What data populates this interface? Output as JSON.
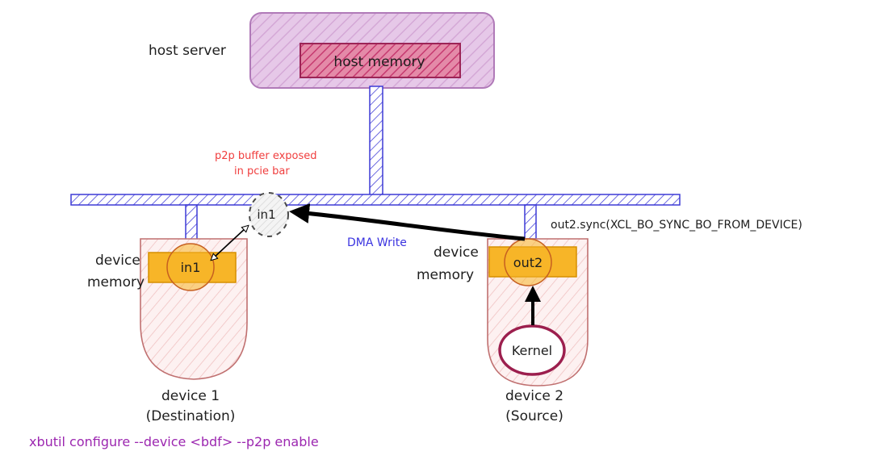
{
  "labels": {
    "host_server": "host server",
    "host_memory": "host memory",
    "p2p_note_line1": "p2p buffer exposed",
    "p2p_note_line2": "in pcie bar",
    "bar_buffer": "in1",
    "device1_memory_line1": "device",
    "device1_memory_line2": "memory",
    "device1_buffer": "in1",
    "device1_name_line1": "device 1",
    "device1_name_line2": "(Destination)",
    "device2_memory_line1": "device",
    "device2_memory_line2": "memory",
    "device2_buffer": "out2",
    "kernel": "Kernel",
    "device2_name_line1": "device 2",
    "device2_name_line2": "(Source)",
    "dma_write": "DMA Write",
    "sync_call": "out2.sync(XCL_BO_SYNC_BO_FROM_DEVICE)",
    "xbutil_cmd": "xbutil configure --device <bdf> --p2p enable"
  },
  "colors": {
    "host_fill": "#e6c8e8",
    "host_stroke": "#b07ab8",
    "host_memory_fill": "#d04a7c",
    "host_memory_stroke": "#9c2456",
    "pcie_stroke": "#3d3ad6",
    "device_fill": "#f6d8d8",
    "device_stroke": "#c07070",
    "memory_fill": "#f7b528",
    "memory_stroke": "#d68f00",
    "kernel_stroke": "#9c1f4e",
    "arrow": "#000000",
    "note_red": "#f03e3e",
    "dma_blue": "#3b34e0",
    "xbutil_purple": "#9c27b0",
    "text": "#1e1e1e"
  }
}
